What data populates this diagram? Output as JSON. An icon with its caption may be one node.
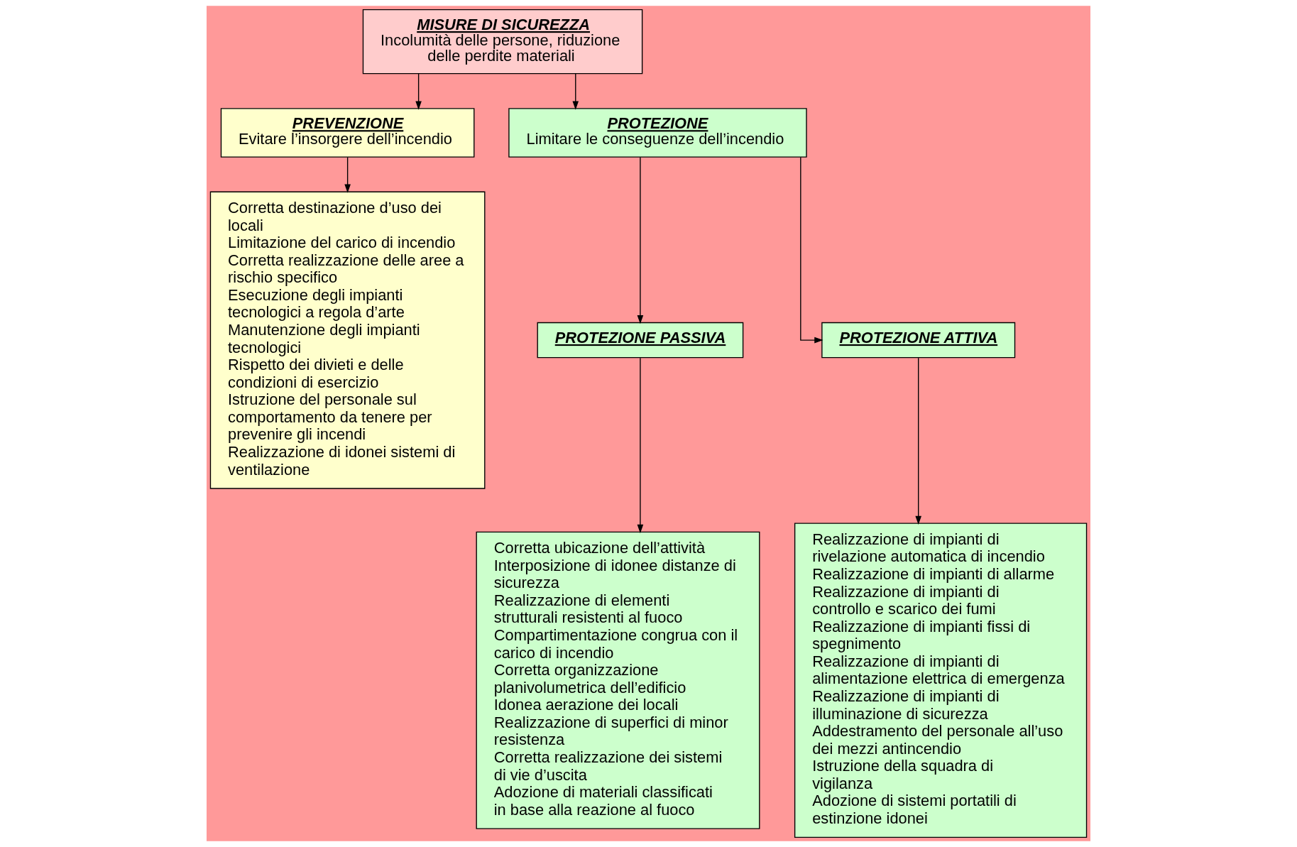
{
  "diagram": {
    "nodes": [
      {
        "text": [
          "MISURE DI SICUREZZA",
          "Incolumità delle persone, riduzione delle perdite materiali"
        ]
      },
      {
        "text": [
          "PREVENZIONE",
          "Evitare l’insorgere dell’incendio"
        ]
      },
      {
        "text": [
          "PROTEZIONE",
          "Limitare le conseguenze dell’incendio"
        ]
      },
      {
        "text": [
          "Corretta destinazione d’uso dei locali",
          "Limitazione del carico di incendio",
          "Corretta realizzazione delle aree a rischio specifico",
          "Esecuzione degli impianti tecnologici a regola d’arte",
          "Manutenzione degli impianti tecnologici",
          "Rispetto dei divieti e delle condizioni di esercizio",
          "Istruzione del personale sul comportamento da tenere per prevenire gli incendi",
          "Realizzazione di idonei sistemi di ventilazione"
        ]
      },
      {
        "text": [
          "PROTEZIONE PASSIVA"
        ]
      },
      {
        "text": [
          "PROTEZIONE ATTIVA"
        ]
      },
      {
        "text": [
          "Corretta ubicazione dell’attività",
          "Interposizione di idonee distanze di sicurezza",
          "Realizzazione di elementi strutturali resistenti al fuoco",
          "Compartimentazione congrua con il carico di incendio",
          "Corretta organizzazione planivolumetrica dell’edificio",
          "Idonea aerazione dei locali",
          "Realizzazione di superfici di minor resistenza",
          "Corretta realizzazione dei sistemi di vie d’uscita",
          "Adozione di materiali classificati in base alla reazione al fuoco"
        ]
      },
      {
        "text": [
          "Realizzazione di impianti di rivelazione automatica di incendio",
          "Realizzazione di impianti di allarme",
          "Realizzazione di impianti di controllo e scarico dei fumi",
          "Realizzazione di impianti fissi di spegnimento",
          "Realizzazione di impianti di alimentazione elettrica di emergenza",
          "Realizzazione di impianti di illuminazione di sicurezza",
          "Addestramento del personale all’uso dei mezzi antincendio",
          "Istruzione della squadra di vigilanza",
          "Adozione di sistemi portatili di estinzione idonei"
        ]
      }
    ],
    "edges": [
      {
        "from": 0,
        "to": 1,
        "arrow": "to"
      },
      {
        "from": 0,
        "to": 2,
        "arrow": "to"
      },
      {
        "from": 1,
        "to": 3,
        "arrow": "to"
      },
      {
        "from": 2,
        "to": 4,
        "arrow": "to"
      },
      {
        "from": 2,
        "to": 5,
        "arrow": "to"
      },
      {
        "from": 4,
        "to": 6,
        "arrow": "to"
      },
      {
        "from": 5,
        "to": 7,
        "arrow": "to"
      }
    ]
  }
}
